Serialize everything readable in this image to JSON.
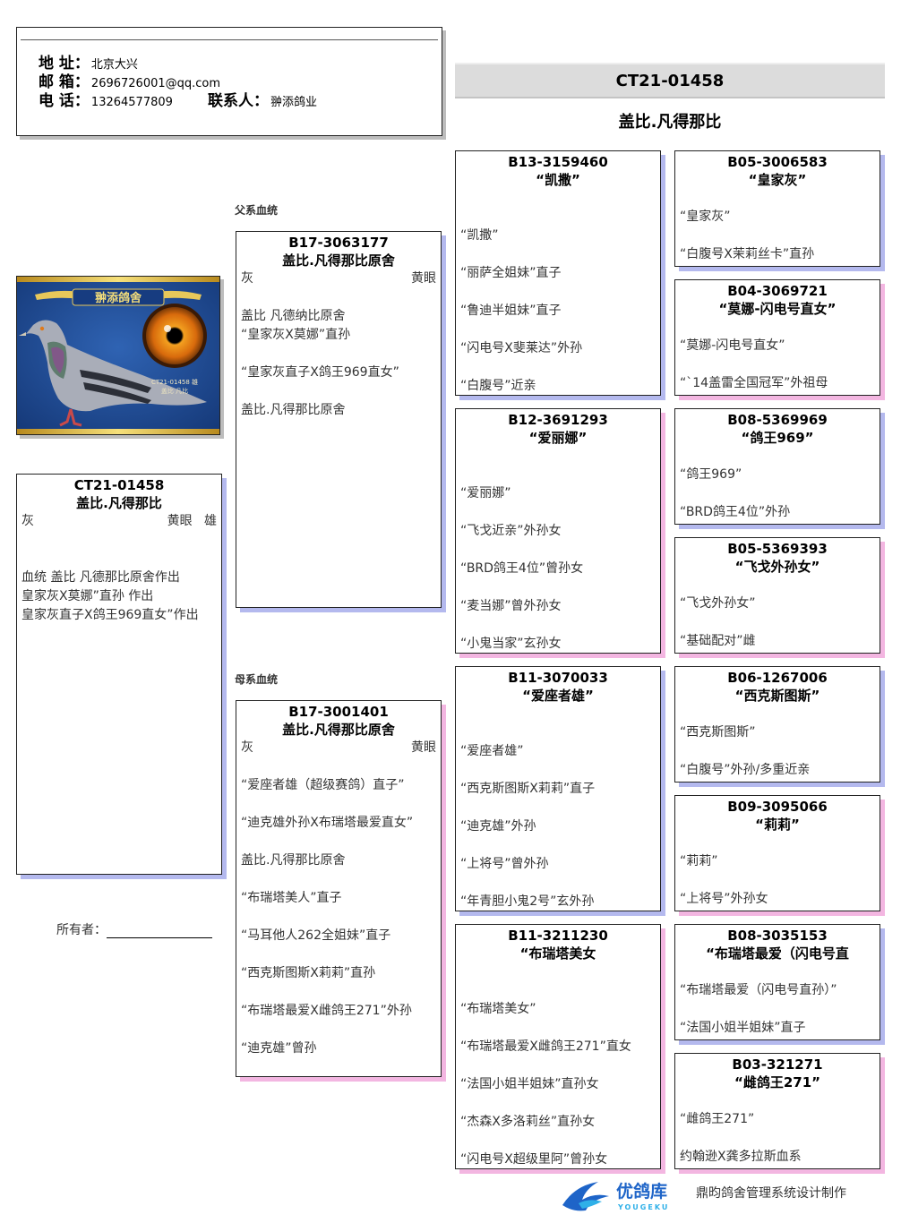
{
  "contact": {
    "address_label": "地 址：",
    "address_value": "北京大兴",
    "email_label": "邮 箱：",
    "email_value": "2696726001@qq.com",
    "phone_label": "电 话：",
    "phone_value": "13264577809",
    "contact_label": "联系人：",
    "contact_value": "翀添鸽业"
  },
  "header": {
    "ring": "CT21-01458",
    "name": "盖比.凡得那比"
  },
  "photo": {
    "loft_title": "翀添鸽舍",
    "caption_ring": "CT21-01458",
    "caption_sex": "雄",
    "caption_name": "凡比",
    "caption_pre": "盖比"
  },
  "labels": {
    "sire_line": "父系血统",
    "dam_line": "母系血统",
    "owner": "所有者："
  },
  "subject": {
    "ring": "CT21-01458",
    "name": "盖比.凡得那比",
    "color": "灰",
    "eye": "黄眼",
    "sex": "雄",
    "lines": [
      "血统 盖比 凡德那比原舍作出",
      "皇家灰X莫娜”直孙 作出",
      "皇家灰直子X鸽王969直女”作出"
    ]
  },
  "sire": {
    "ring": "B17-3063177",
    "name": "盖比.凡得那比原舍",
    "color": "灰",
    "eye": "黄眼",
    "lines": [
      "盖比 凡德纳比原舍",
      "“皇家灰X莫娜”直孙",
      "",
      "“皇家灰直子X鸽王969直女”",
      "",
      "盖比.凡得那比原舍"
    ]
  },
  "dam": {
    "ring": "B17-3001401",
    "name": "盖比.凡得那比原舍",
    "color": "灰",
    "eye": "黄眼",
    "lines": [
      "“爱座者雄（超级赛鸽）直子”",
      "",
      "“迪克雄外孙X布瑞塔最爱直女”",
      "",
      "盖比.凡得那比原舍",
      "",
      "“布瑞塔美人”直子",
      "",
      "“马耳他人262全姐妹”直子",
      "",
      "“西克斯图斯X莉莉”直孙",
      "",
      "“布瑞塔最爱X雌鸽王271”外孙",
      "",
      "“迪克雄”曾孙"
    ]
  },
  "grandparents": [
    {
      "ring": "B13-3159460",
      "name": "“凯撒”",
      "lines": [
        "“凯撒”",
        "",
        "“丽萨全姐妹”直子",
        "",
        "“鲁迪半姐妹”直子",
        "",
        "“闪电号X斐莱达”外孙",
        "",
        "“白腹号”近亲"
      ]
    },
    {
      "ring": "B12-3691293",
      "name": "“爱丽娜”",
      "lines": [
        "“爱丽娜”",
        "",
        "“飞戈近亲”外孙女",
        "",
        "“BRD鸽王4位”曾孙女",
        "",
        "“麦当娜”曾外孙女",
        "",
        "“小鬼当家”玄孙女"
      ]
    },
    {
      "ring": "B11-3070033",
      "name": "“爱座者雄”",
      "lines": [
        "“爱座者雄”",
        "",
        "“西克斯图斯X莉莉”直子",
        "",
        "“迪克雄”外孙",
        "",
        "“上将号”曾外孙",
        "",
        "“年青胆小鬼2号”玄外孙"
      ]
    },
    {
      "ring": "B11-3211230",
      "name": "“布瑞塔美女",
      "lines": [
        "“布瑞塔美女”",
        "",
        "“布瑞塔最爱X雌鸽王271”直女",
        "",
        "“法国小姐半姐妹”直孙女",
        "",
        "“杰森X多洛莉丝”直孙女",
        "",
        "“闪电号X超级里阿”曾孙女"
      ]
    }
  ],
  "great_grandparents": [
    {
      "ring": "B05-3006583",
      "name": "“皇家灰”",
      "lines": [
        "“皇家灰”",
        "",
        "“白腹号X茉莉丝卡”直孙"
      ]
    },
    {
      "ring": "B04-3069721",
      "name": "“莫娜-闪电号直女”",
      "lines": [
        "“莫娜-闪电号直女”",
        "",
        "“`14盖雷全国冠军”外祖母"
      ]
    },
    {
      "ring": "B08-5369969",
      "name": "“鸽王969”",
      "lines": [
        "“鸽王969”",
        "",
        "“BRD鸽王4位”外孙"
      ]
    },
    {
      "ring": "B05-5369393",
      "name": "“飞戈外孙女”",
      "lines": [
        "“飞戈外孙女”",
        "",
        "“基础配对”雌"
      ]
    },
    {
      "ring": "B06-1267006",
      "name": "“西克斯图斯”",
      "lines": [
        "“西克斯图斯”",
        "",
        "“白腹号”外孙/多重近亲"
      ]
    },
    {
      "ring": "B09-3095066",
      "name": "“莉莉”",
      "lines": [
        "“莉莉”",
        "",
        "“上将号”外孙女"
      ]
    },
    {
      "ring": "B08-3035153",
      "name": "“布瑞塔最爱（闪电号直",
      "lines": [
        "“布瑞塔最爱（闪电号直孙）”",
        "",
        "“法国小姐半姐妹”直子"
      ]
    },
    {
      "ring": "B03-321271",
      "name": "“雌鸽王271”",
      "lines": [
        "“雌鸽王271”",
        "",
        "约翰逊X龚多拉斯血系"
      ]
    }
  ],
  "footer": {
    "brand": "优鸽库",
    "brand_sub": "YOUGEKU",
    "credit": "鼎昀鸽舍管理系统设计制作"
  },
  "colors": {
    "male_shadow": "#b4b9ee",
    "female_shadow": "#f3b6e1",
    "title_bar": "#dcdcdc",
    "logo_blue": "#1e64c8"
  }
}
